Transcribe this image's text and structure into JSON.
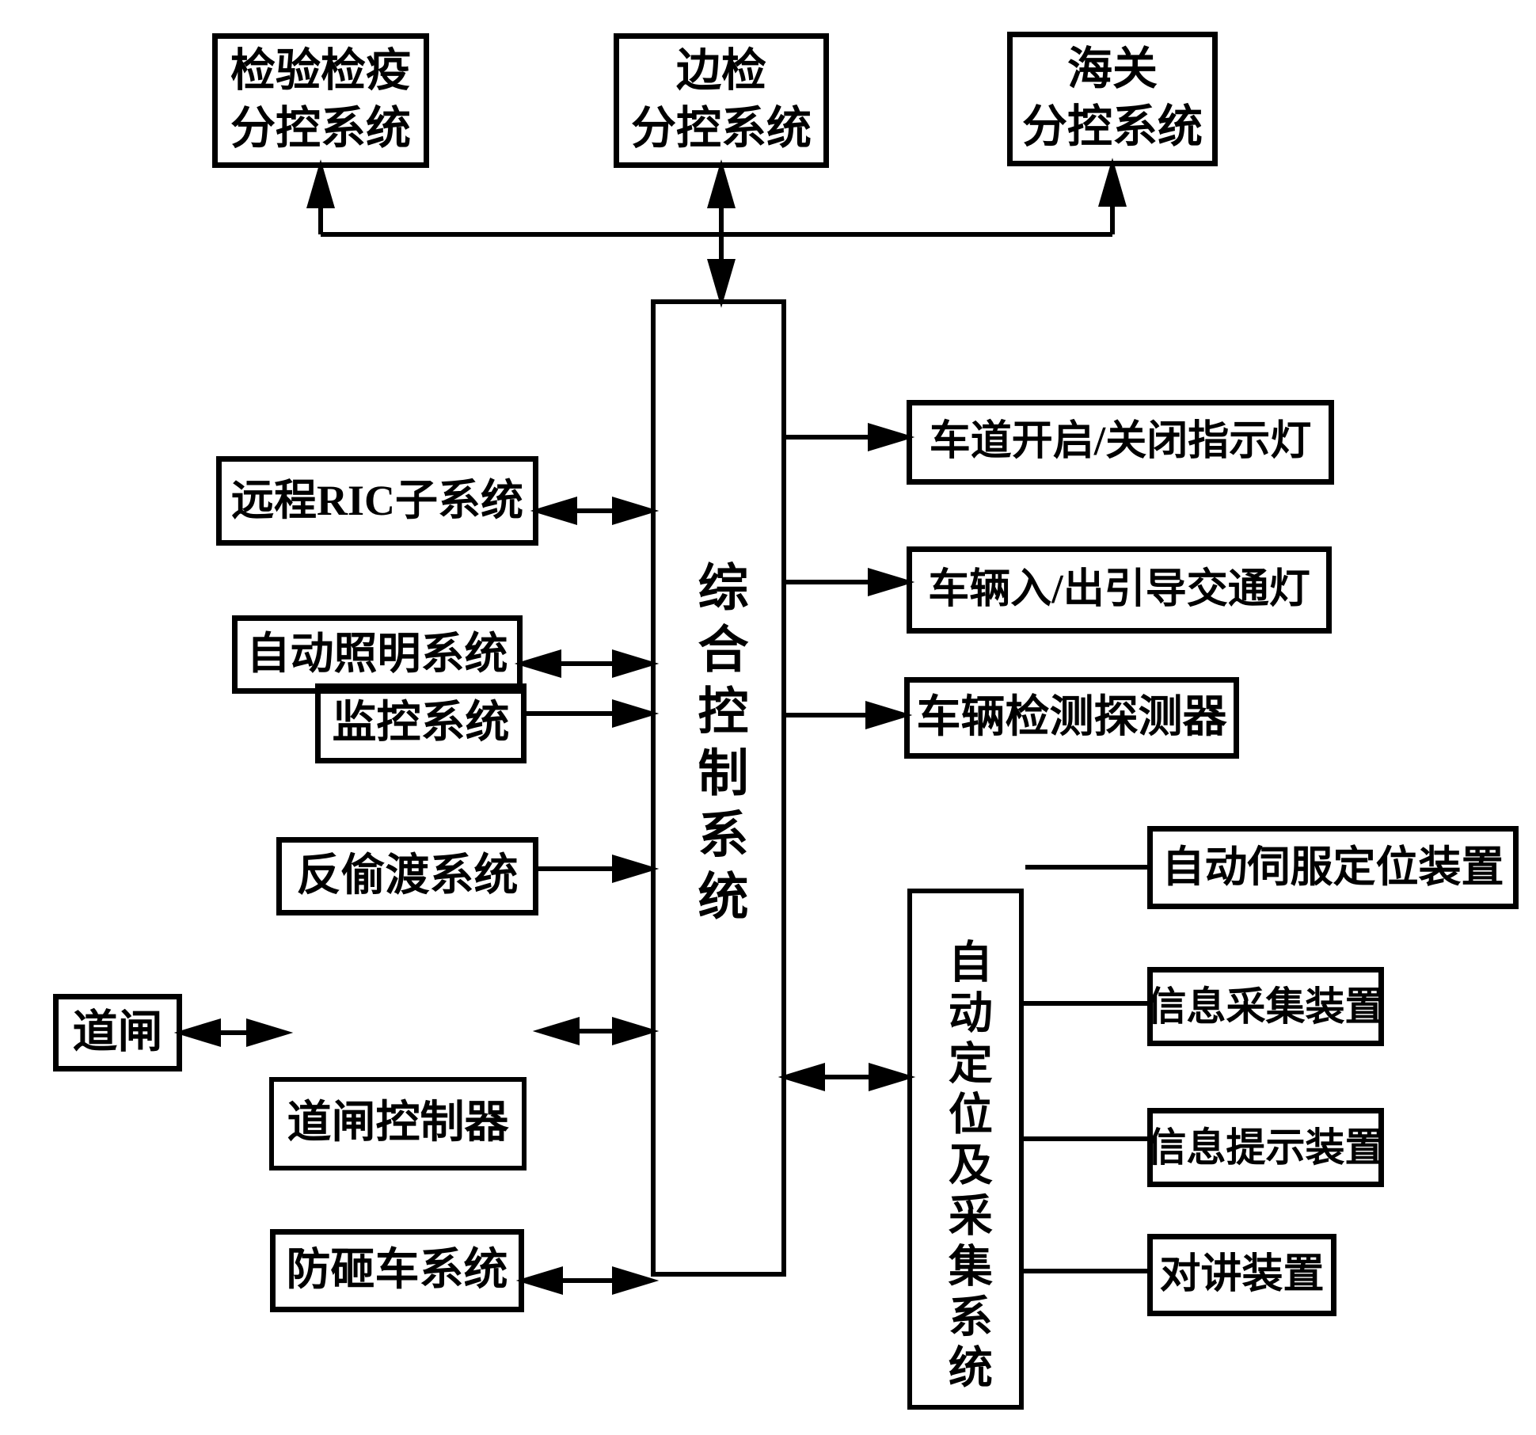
{
  "figure": {
    "background_color": "#ffffff",
    "line_color": "#000000"
  },
  "boxes": {
    "quarantine": {
      "line1": "检验检疫",
      "line2": "分控系统"
    },
    "border_inspection": {
      "line1": "边检",
      "line2": "分控系统"
    },
    "customs": {
      "line1": "海关",
      "line2": "分控系统"
    },
    "central_control": {
      "label": "综合控制系统"
    },
    "remote_ric": {
      "label": "远程RIC子系统"
    },
    "auto_lighting": {
      "label": "自动照明系统"
    },
    "monitoring": {
      "label": "监控系统"
    },
    "anti_stowaway": {
      "label": "反偷渡系统"
    },
    "barrier_gate": {
      "label": "道闸"
    },
    "barrier_controller": {
      "label": "道闸控制器"
    },
    "anti_smash": {
      "label": "防砸车系统"
    },
    "lane_indicator": {
      "label": "车道开启/关闭指示灯"
    },
    "vehicle_guide_light": {
      "label": "车辆入/出引导交通灯"
    },
    "vehicle_detector": {
      "label": "车辆检测探测器"
    },
    "auto_servo": {
      "label": "自动伺服定位装置"
    },
    "auto_positioning": {
      "label": "自动定位及采集系统"
    },
    "info_collection": {
      "label": "信息采集装置"
    },
    "info_prompt": {
      "label": "信息提示装置"
    },
    "intercom": {
      "label": "对讲装置"
    }
  }
}
